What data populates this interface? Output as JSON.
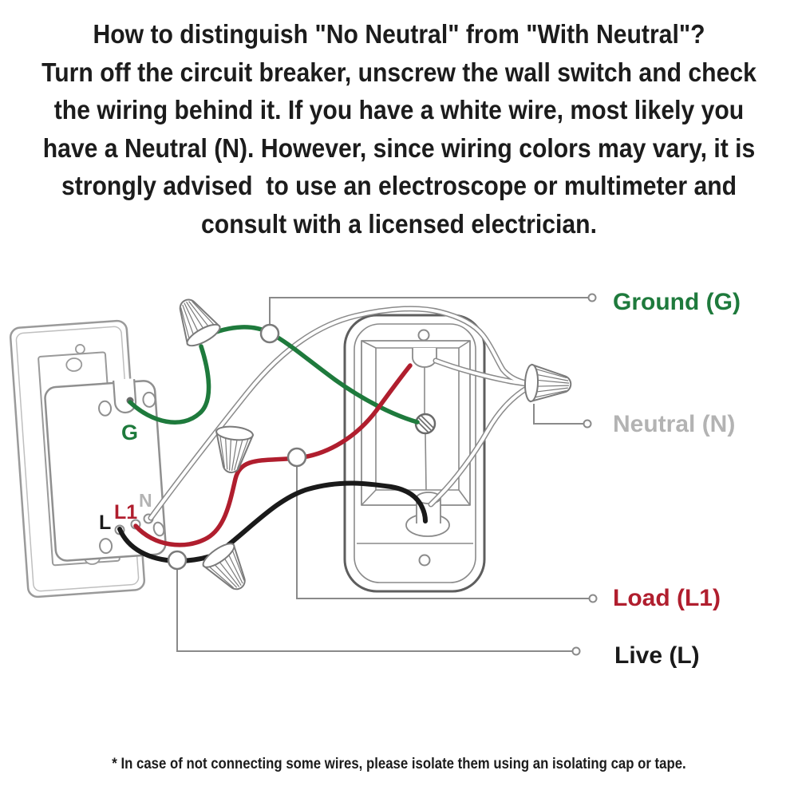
{
  "header": {
    "lines": [
      "How to distinguish \"No Neutral\" from \"With Neutral\"?",
      "Turn off the circuit breaker, unscrew the wall switch and check",
      "the wiring behind it. If you have a white wire, most likely you",
      "have a Neutral (N). However, since wiring colors may vary, it is",
      "strongly advised  to use an electroscope or multimeter and",
      "consult with a licensed electrician."
    ]
  },
  "diagram": {
    "labels": {
      "ground": "Ground (G)",
      "neutral": "Neutral (N)",
      "load": "Load (L1)",
      "live": "Live (L)"
    },
    "switch_labels": {
      "g": "G",
      "n": "N",
      "l1": "L1",
      "l": "L"
    },
    "colors": {
      "ground": "#1E7A3C",
      "neutral": "#B3B3B3",
      "load": "#B01E2E",
      "live": "#1A1A1A",
      "text": "#1C1C1C",
      "line_gray": "#8A8A8A",
      "box_gray": "#5E5E5E"
    }
  },
  "footnote": "* In case of not connecting some wires, please isolate them using an isolating cap or tape."
}
